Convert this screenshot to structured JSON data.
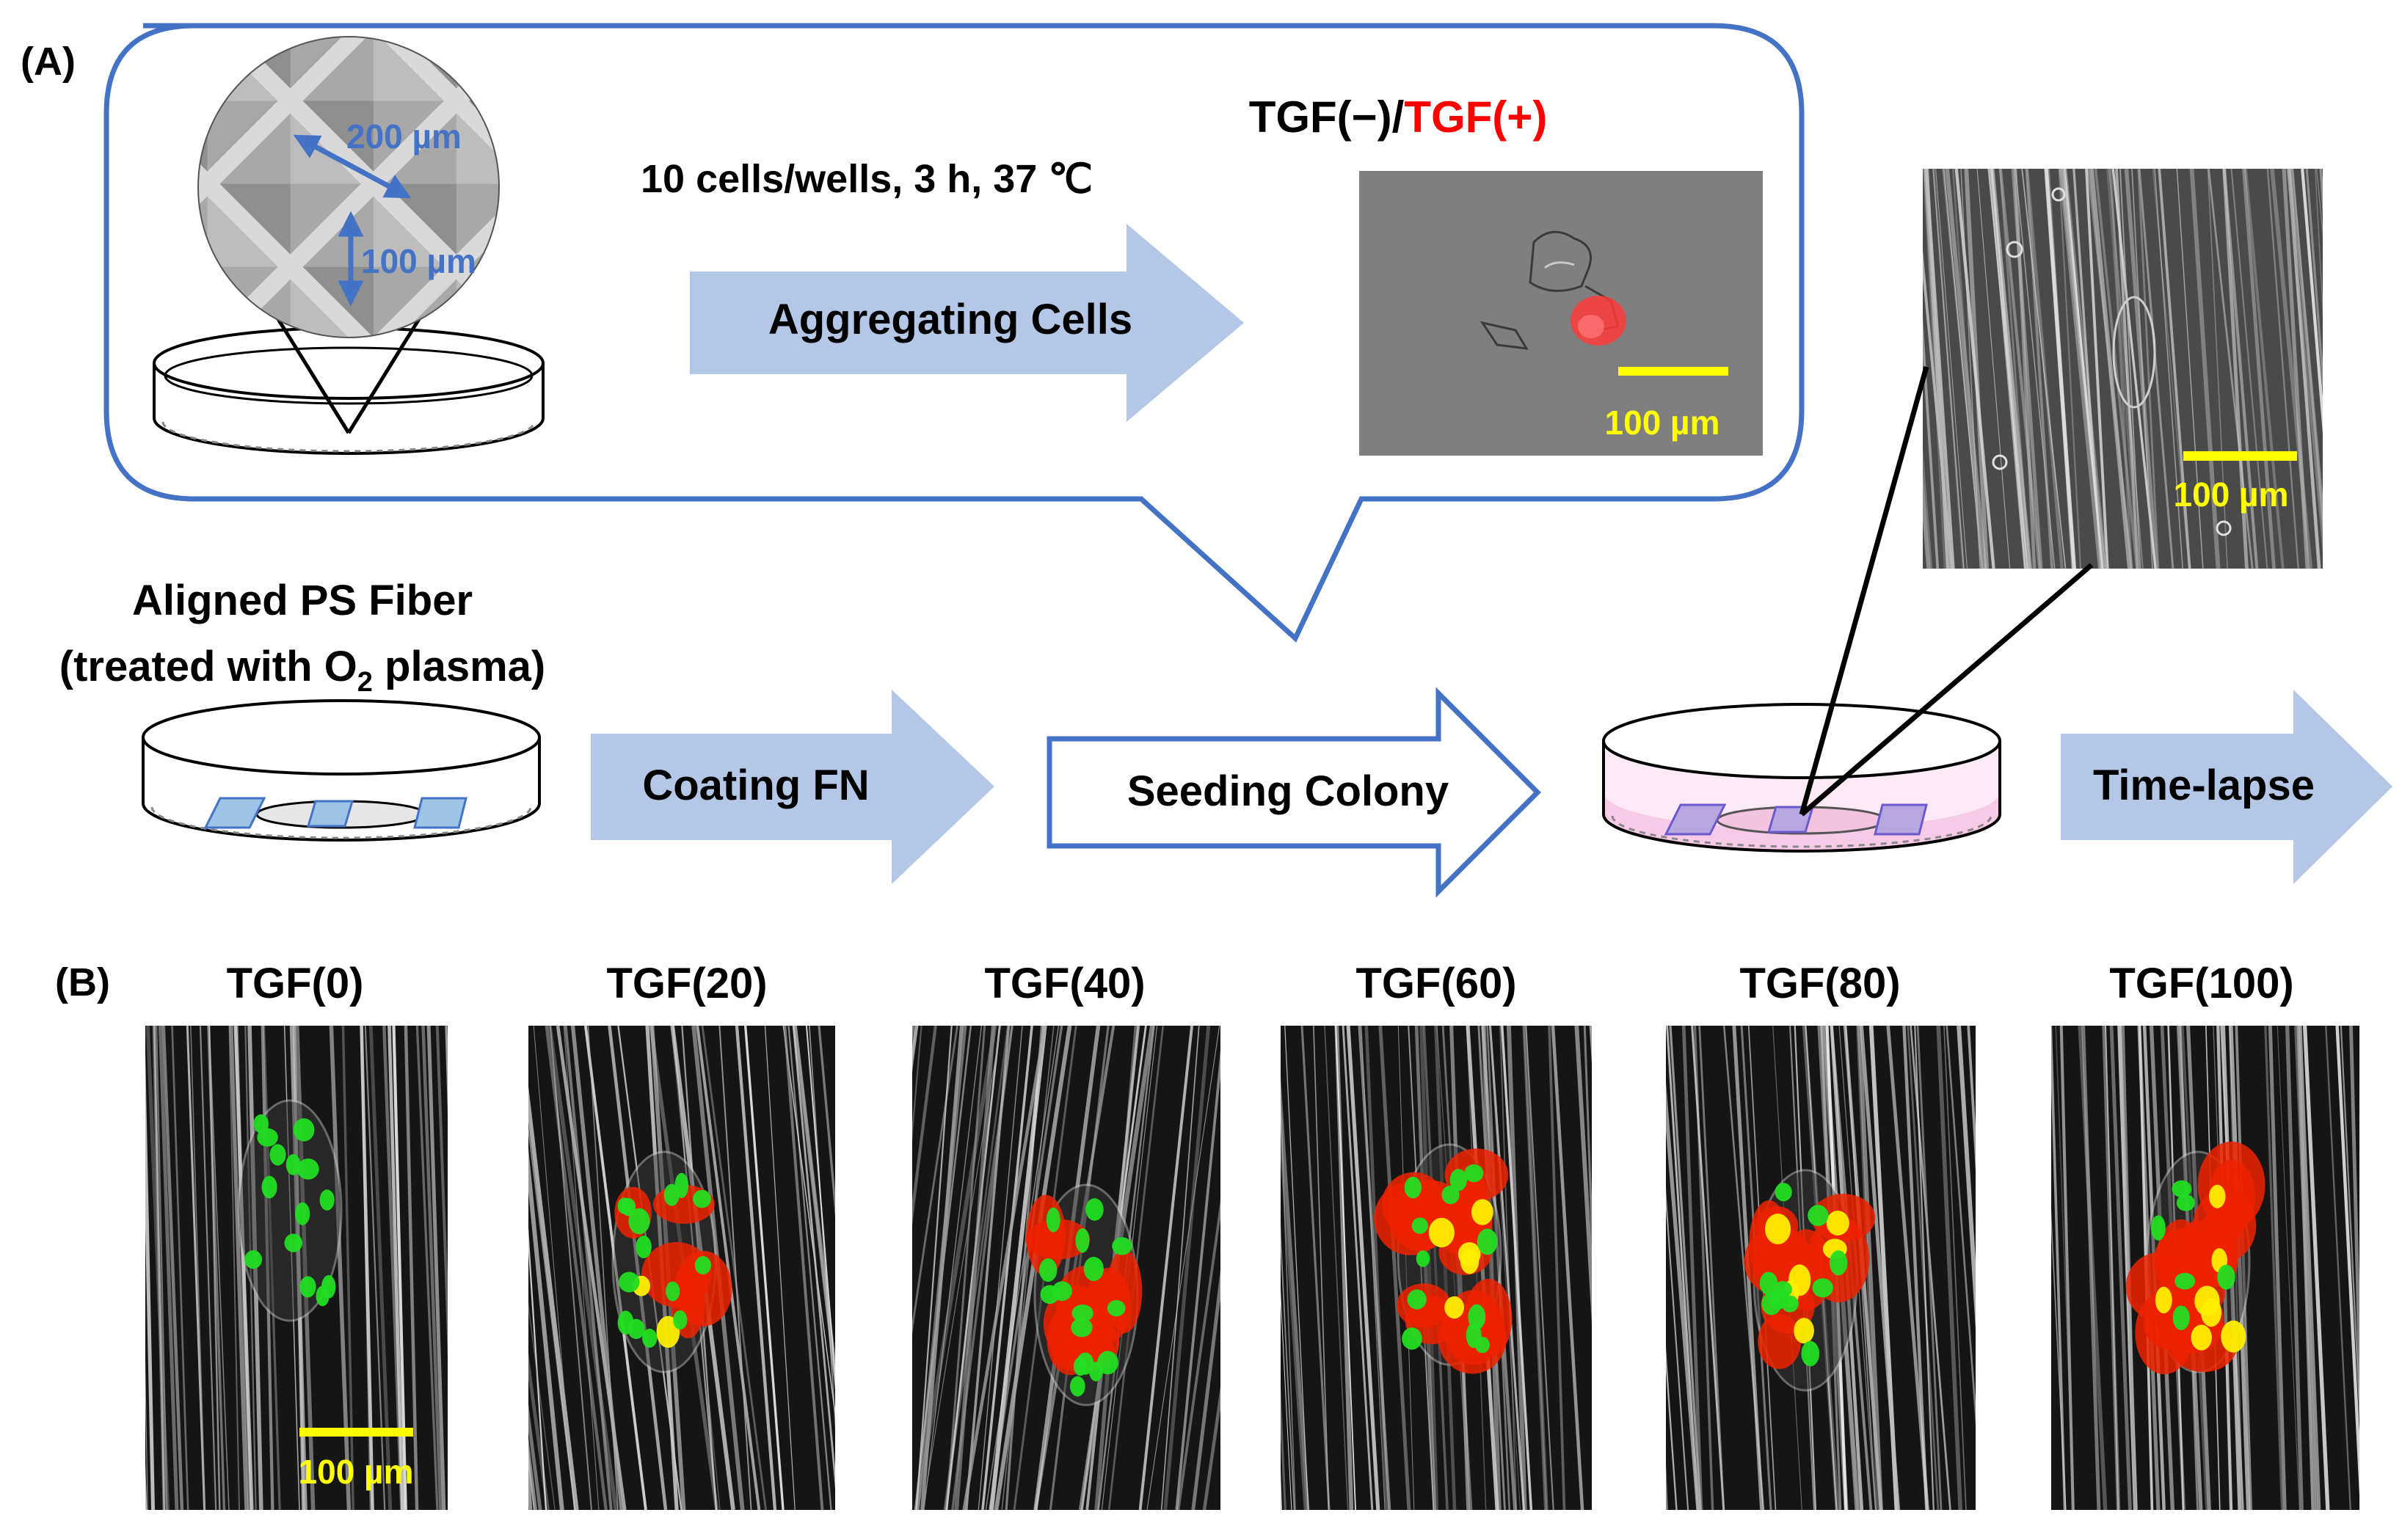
{
  "panel_a": {
    "label": "(A)",
    "microwell_200": "200 µm",
    "microwell_100": "100 µm",
    "conditions": "10 cells/wells, 3 h, 37 ℃",
    "arrow_aggregate": "Aggregating Cells",
    "tgf_neg": "TGF(−)/",
    "tgf_pos": "TGF(+)",
    "scale_agg": "100 µm",
    "scale_fiber": "100 µm",
    "fiber_title_1": "Aligned PS Fiber",
    "fiber_title_2a": "(treated with O",
    "fiber_title_2sub": "2",
    "fiber_title_2b": " plasma)",
    "arrow_coating": "Coating FN",
    "arrow_seeding": "Seeding Colony",
    "arrow_timelapse": "Time-lapse"
  },
  "panel_b": {
    "label": "(B)",
    "scale_bar": "100 µm",
    "titles": [
      "TGF(0)",
      "TGF(20)",
      "TGF(40)",
      "TGF(60)",
      "TGF(80)",
      "TGF(100)"
    ]
  },
  "colors": {
    "arrow_fill": "#b4c7e7",
    "callout_border": "#4472c4",
    "red_text": "#ff0000",
    "scale_yellow": "#ffff00",
    "marker_green": "#22dd22",
    "marker_red": "#ee2200",
    "marker_yellow": "#ffee00",
    "medium_pink": "#f7c6e6"
  }
}
